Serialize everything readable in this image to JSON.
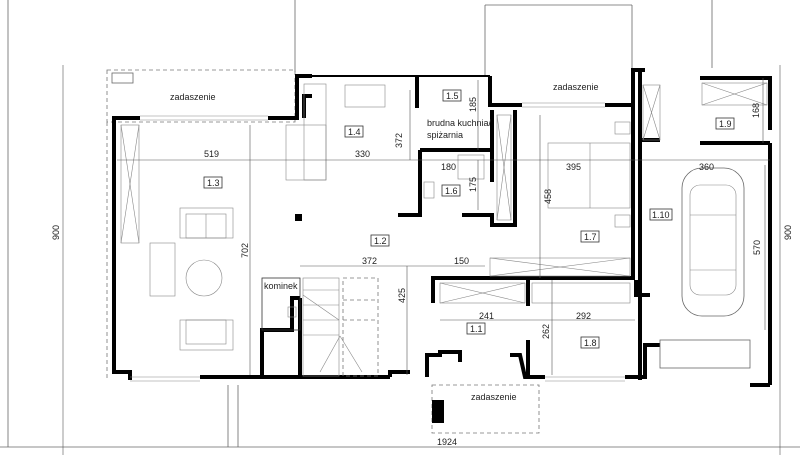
{
  "plan": {
    "canopy_labels": [
      "zadaszenie",
      "zadaszenie",
      "zadaszenie"
    ],
    "rooms": [
      {
        "id": "1.1"
      },
      {
        "id": "1.2"
      },
      {
        "id": "1.3"
      },
      {
        "id": "1.4"
      },
      {
        "id": "1.5"
      },
      {
        "id": "1.6"
      },
      {
        "id": "1.7"
      },
      {
        "id": "1.8"
      },
      {
        "id": "1.9"
      },
      {
        "id": "1.10"
      }
    ],
    "room_names": {
      "pantry_line1": "brudna kuchnia/",
      "pantry_line2": "spiżarnia",
      "fireplace": "kominek"
    },
    "dimensions": {
      "d519": "519",
      "d330": "330",
      "d185": "185",
      "d372v": "372",
      "d180": "180",
      "d175": "175",
      "d395": "395",
      "d458": "458",
      "d702": "702",
      "d372": "372",
      "d150": "150",
      "d425": "425",
      "d241": "241",
      "d292": "292",
      "d262": "262",
      "d168": "168",
      "d360": "360",
      "d570": "570",
      "d900_left": "900",
      "d900_right": "900",
      "d1924": "1924"
    }
  }
}
